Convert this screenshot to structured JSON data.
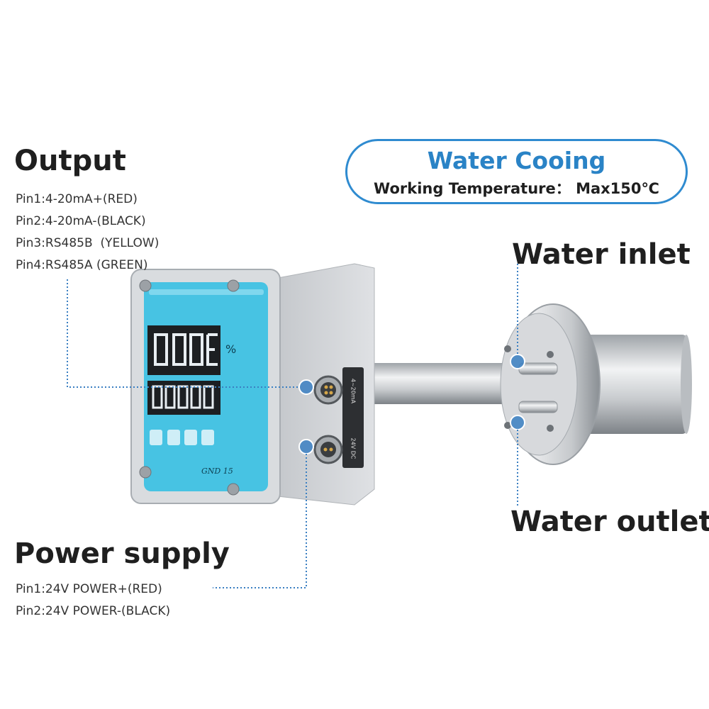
{
  "output": {
    "title": "Output",
    "pins": [
      "Pin1:4-20mA+(RED)",
      "Pin2:4-20mA-(BLACK)",
      "Pin3:RS485B  (YELLOW)",
      "Pin4:RS485A (GREEN)"
    ]
  },
  "power": {
    "title": "Power supply",
    "pins": [
      "Pin1:24V POWER+(RED)",
      "Pin2:24V POWER-(BLACK)"
    ]
  },
  "cooling": {
    "title": "Water Cooing",
    "temperature": "Working Temperature： Max150℃"
  },
  "water": {
    "inlet_label": "Water inlet",
    "outlet_label": "Water outlet"
  },
  "device": {
    "model": "GND 15",
    "percent_symbol": "%",
    "side_label_top": "4~20mA",
    "side_label_bottom": "24V DC"
  },
  "colors": {
    "accent": "#2f8bd0",
    "panel": "#47c3e3",
    "callout": "#3a7fc2"
  }
}
